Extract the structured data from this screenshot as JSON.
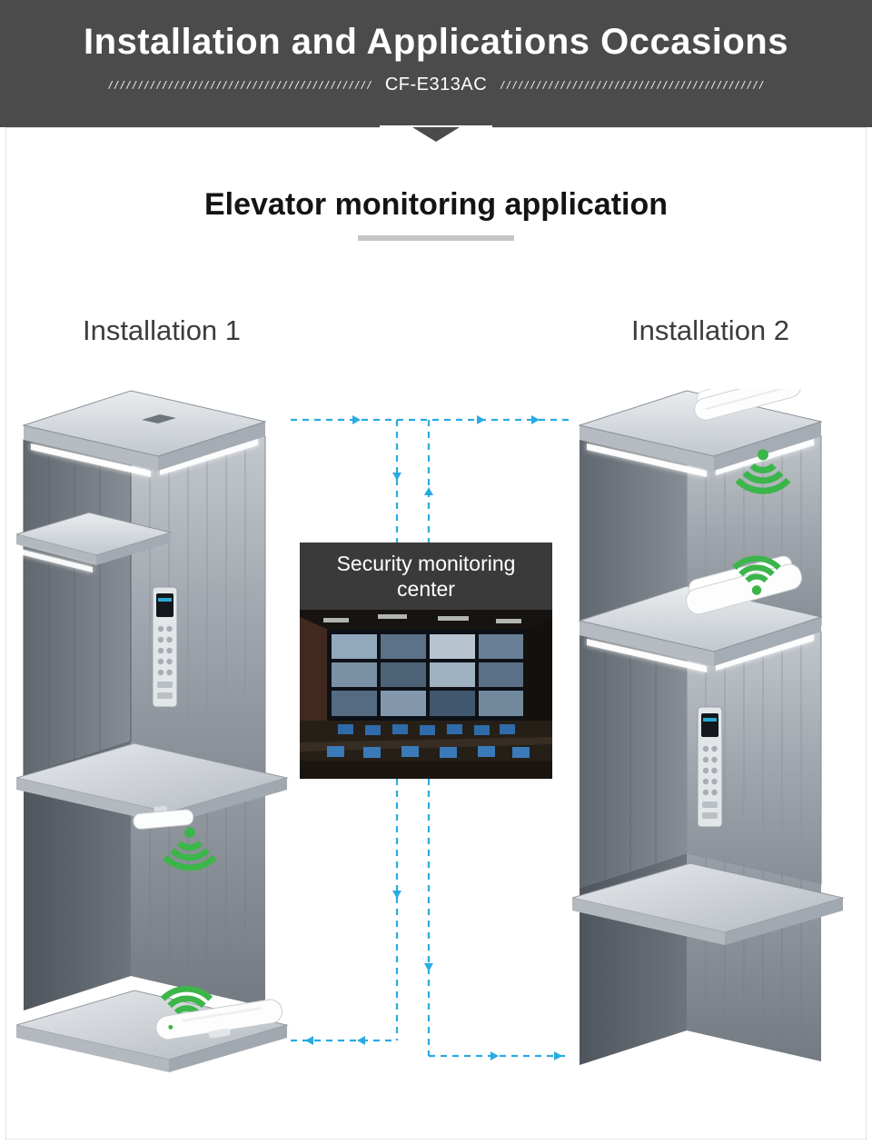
{
  "header": {
    "title": "Installation and Applications Occasions",
    "model": "CF-E313AC",
    "slashes_left": "////////////////////////////////////////////",
    "slashes_right": "////////////////////////////////////////////"
  },
  "content": {
    "section_title": "Elevator monitoring application",
    "installations": [
      {
        "label": "Installation 1"
      },
      {
        "label": "Installation 2"
      }
    ],
    "monitoring_center": {
      "label_line1": "Security monitoring",
      "label_line2": "center"
    }
  },
  "colors": {
    "header_bg": "#4b4b4b",
    "wifi_green": "#3cb54a",
    "connector_blue": "#29abe2",
    "title_underline": "#c6c6c6"
  },
  "icons": {
    "wifi": "wifi-signal-icon",
    "pointer": "pointer-down-icon",
    "access_point": "access-point-device"
  }
}
